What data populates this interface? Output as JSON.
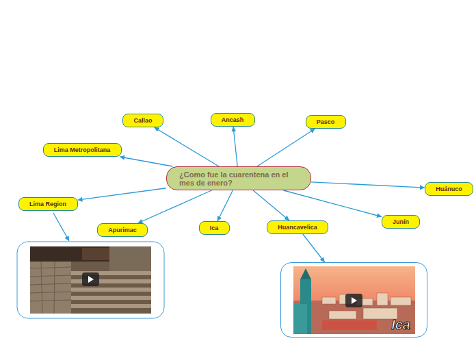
{
  "diagram": {
    "nodes": [
      {
        "text": [
          "Callao"
        ]
      },
      {
        "text": [
          "Ancash"
        ]
      },
      {
        "text": [
          "Pasco"
        ]
      },
      {
        "text": [
          "Lima Metropolitana"
        ]
      },
      {
        "text": [
          "¿Como fue la cuarentena en el mes de enero?"
        ]
      },
      {
        "text": [
          "Huánuco"
        ]
      },
      {
        "text": [
          "Lima Region"
        ]
      },
      {
        "text": [
          "Junín"
        ]
      },
      {
        "text": [
          "Apurimac"
        ]
      },
      {
        "text": [
          "Ica"
        ]
      },
      {
        "text": [
          "Huancavelica"
        ]
      },
      {
        "text": [
          "Ica"
        ]
      }
    ],
    "edges": [
      {
        "from": 4,
        "to": 0,
        "arrow": "to"
      },
      {
        "from": 4,
        "to": 1,
        "arrow": "to"
      },
      {
        "from": 4,
        "to": 2,
        "arrow": "to"
      },
      {
        "from": 4,
        "to": 3,
        "arrow": "to"
      },
      {
        "from": 4,
        "to": 5,
        "arrow": "to"
      },
      {
        "from": 4,
        "to": 6,
        "arrow": "to"
      },
      {
        "from": 4,
        "to": 7,
        "arrow": "to"
      },
      {
        "from": 4,
        "to": 8,
        "arrow": "to"
      },
      {
        "from": 4,
        "to": 9,
        "arrow": "to"
      },
      {
        "from": 4,
        "to": 10,
        "arrow": "to"
      },
      {
        "from": 10,
        "to": 11,
        "arrow": "to"
      }
    ]
  }
}
